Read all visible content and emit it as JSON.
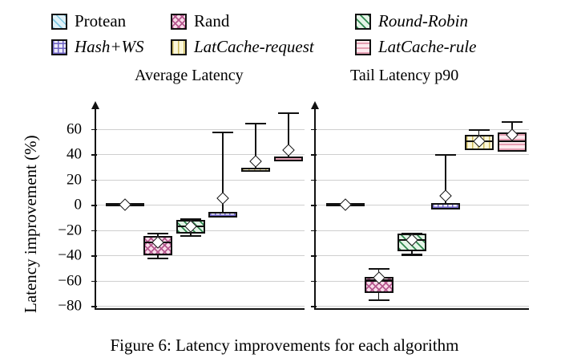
{
  "figure": {
    "caption": "Figure 6: Latency improvements for each algorithm"
  },
  "legend": {
    "items": [
      {
        "label": "Protean",
        "italic": false,
        "swatch": "protean-swatch",
        "color": "#dff1f8",
        "pattern": "diagonal"
      },
      {
        "label": "Rand",
        "italic": false,
        "swatch": "rand-swatch",
        "color": "#f7dbe8",
        "pattern": "crosshatch-diagonal"
      },
      {
        "label": "Round-Robin",
        "italic": true,
        "swatch": "round-robin-swatch",
        "color": "#e3f4e6",
        "pattern": "diagonal"
      },
      {
        "label": "Hash+WS",
        "italic": true,
        "swatch": "hash-ws-swatch",
        "color": "#ecebfa",
        "pattern": "grid"
      },
      {
        "label": "LatCache-request",
        "italic": true,
        "swatch": "latcache-request-swatch",
        "color": "#fbf7da",
        "pattern": "vertical"
      },
      {
        "label": "LatCache-rule",
        "italic": true,
        "swatch": "latcache-rule-swatch",
        "color": "#fde9ee",
        "pattern": "horizontal"
      }
    ]
  },
  "chart_data": {
    "type": "box",
    "title": "Figure 6: Latency improvements for each algorithm",
    "ylabel": "Latency improvement (%)",
    "xlabel": "",
    "ylim": [
      -85,
      78
    ],
    "yticks": [
      60,
      40,
      20,
      0,
      -20,
      -40,
      -60,
      -80
    ],
    "ytick_labels": [
      "60",
      "40",
      "20",
      "0",
      "−20",
      "−40",
      "−60",
      "−80"
    ],
    "grid": true,
    "legend_position": "top",
    "panels": [
      {
        "name": "Average Latency",
        "categories": [
          "Protean",
          "Rand",
          "Round-Robin",
          "Hash+WS",
          "LatCache-request",
          "LatCache-rule"
        ],
        "boxes": [
          {
            "label": "Protean",
            "whisker_low": 0,
            "q1": 0,
            "median": 0,
            "q3": 0,
            "whisker_high": 0,
            "mean": 0,
            "flat": true
          },
          {
            "label": "Rand",
            "whisker_low": -42,
            "q1": -40,
            "median": -30,
            "q3": -25,
            "whisker_high": -22,
            "mean": -30,
            "flat": false
          },
          {
            "label": "Round-Robin",
            "whisker_low": -24,
            "q1": -23,
            "median": -17,
            "q3": -12,
            "whisker_high": -11,
            "mean": -17,
            "flat": false
          },
          {
            "label": "Hash+WS",
            "whisker_low": -10,
            "q1": -10,
            "median": 5,
            "q3": -6,
            "whisker_high": 58,
            "mean": 5,
            "flat": false
          },
          {
            "label": "LatCache-request",
            "whisker_low": 26,
            "q1": 26,
            "median": 34,
            "q3": 29,
            "whisker_high": 65,
            "mean": 34,
            "flat": false
          },
          {
            "label": "LatCache-rule",
            "whisker_low": 34,
            "q1": 34,
            "median": 43,
            "q3": 38,
            "whisker_high": 73,
            "mean": 43,
            "flat": false
          }
        ]
      },
      {
        "name": "Tail Latency p90",
        "categories": [
          "Protean",
          "Rand",
          "Round-Robin",
          "Hash+WS",
          "LatCache-request",
          "LatCache-rule"
        ],
        "boxes": [
          {
            "label": "Protean",
            "whisker_low": 0,
            "q1": 0,
            "median": 0,
            "q3": 0,
            "whisker_high": 0,
            "mean": 0,
            "flat": true
          },
          {
            "label": "Rand",
            "whisker_low": -75,
            "q1": -70,
            "median": -60,
            "q3": -57,
            "whisker_high": -50,
            "mean": -58,
            "flat": false
          },
          {
            "label": "Round-Robin",
            "whisker_low": -39,
            "q1": -37,
            "median": -28,
            "q3": -23,
            "whisker_high": -22,
            "mean": -28,
            "flat": false
          },
          {
            "label": "Hash+WS",
            "whisker_low": -4,
            "q1": -4,
            "median": 7,
            "q3": 1,
            "whisker_high": 40,
            "mean": 7,
            "flat": false
          },
          {
            "label": "LatCache-request",
            "whisker_low": 43,
            "q1": 43,
            "median": 50,
            "q3": 55,
            "whisker_high": 60,
            "mean": 50,
            "flat": false
          },
          {
            "label": "LatCache-rule",
            "whisker_low": 42,
            "q1": 42,
            "median": 50,
            "q3": 57,
            "whisker_high": 66,
            "mean": 55,
            "flat": false
          }
        ]
      }
    ]
  }
}
